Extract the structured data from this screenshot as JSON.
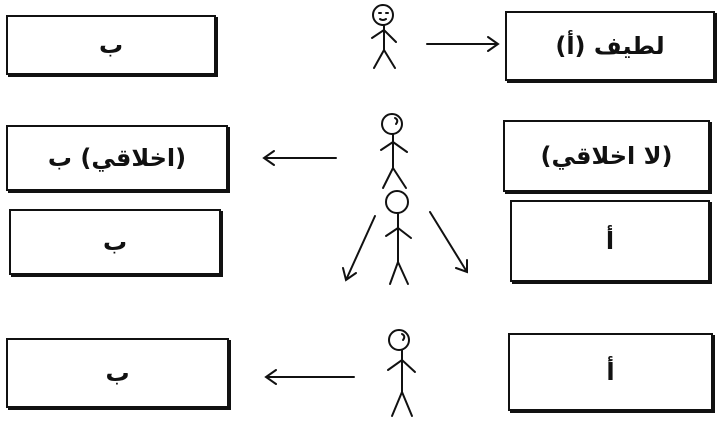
{
  "rows": [
    {
      "left_label": "ب",
      "right_label": "لطيف (أ)"
    },
    {
      "left_label": "(اخلاقي) ب",
      "right_label": "(لا اخلاقي)"
    },
    {
      "left_label": "ب",
      "right_label": "أ"
    },
    {
      "left_label": "ب",
      "right_label": "أ"
    }
  ]
}
